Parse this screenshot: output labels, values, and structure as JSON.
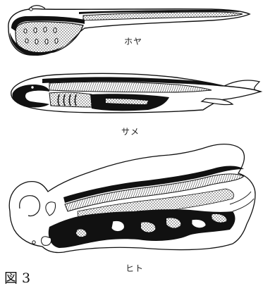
{
  "figure": {
    "caption": "図 3"
  },
  "panels": [
    {
      "id": "hoya",
      "label": "ホヤ"
    },
    {
      "id": "same",
      "label": "サメ"
    },
    {
      "id": "hito",
      "label": "ヒト"
    }
  ],
  "colors": {
    "ink": "#111111",
    "paper": "#ffffff",
    "stipple": "#555555"
  }
}
